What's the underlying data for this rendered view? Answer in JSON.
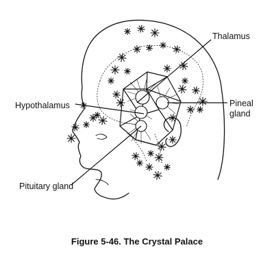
{
  "labels": {
    "thalamus": "Thalamus",
    "hypothalamus": "Hypothalamus",
    "pineal_line1": "Pineal",
    "pineal_line2": "gland",
    "pituitary": "Pituitary gland"
  },
  "caption": "Figure 5-46. The Crystal Palace"
}
